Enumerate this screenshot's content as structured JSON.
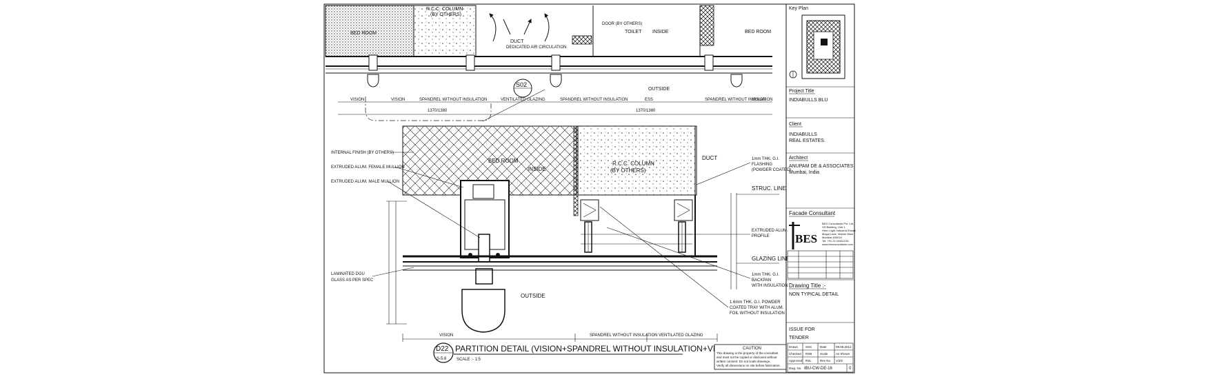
{
  "plan_labels": {
    "bed_room_left": "BED ROOM",
    "rcc_column": "R.C.C. COLUMN",
    "by_others": "(BY OTHERS)",
    "duct": "DUCT",
    "duct_note": "DEDICATED AIR CIRCULATION",
    "door_by_others": "DOOR (BY OTHERS)",
    "toilet": "TOILET",
    "inside": "INSIDE",
    "bed_room_right": "BED ROOM",
    "outside": "OUTSIDE",
    "callout": "S02"
  },
  "plan_zones": [
    "VISION",
    "VISION",
    "SPANDREL WITHOUT INSULATION",
    "VENTILATED GLAZING",
    "SPANDREL WITHOUT INSULATION",
    "ESS",
    "SPANDREL WITHOUT INSULATION",
    "VISION"
  ],
  "plan_dims": [
    "1370/1380",
    "1370/1380"
  ],
  "detail_labels": {
    "bed_room": "BED ROOM",
    "inside": "INSIDE",
    "rcc_column": "R.C.C. COLUMN",
    "by_others": "(BY OTHERS)",
    "duct": "DUCT",
    "outside": "OUTSIDE"
  },
  "left_callouts": [
    "INTERNAL FINISH (BY OTHERS)",
    "EXTRUDED ALUM. FEMALE MULLION",
    "EXTRUDED ALUM. MALE MULLION",
    "LAMINATED DGU",
    "GLASS AS PER SPEC"
  ],
  "right_callouts": {
    "flashing_1": "1mm THK. G.I.",
    "flashing_2": "FLASHING",
    "flashing_3": "(POWDER COATED)",
    "struc_line": "STRUC. LINE",
    "profile_1": "EXTRUDED ALUM.",
    "profile_2": "PROFILE",
    "glazing_line": "GLAZING LINE",
    "backpan_1": "1mm THK. G.I.",
    "backpan_2": "BACKPAN",
    "backpan_3": "WITH INSULATION",
    "tray_1": "1.6mm THK. G.I. POWDER",
    "tray_2": "COATED TRAY WITH ALUM.",
    "tray_3": "FOIL WITHOUT INSULATION"
  },
  "detail_zones": [
    "VISION",
    "SPANDREL WITHOUT INSULATION",
    "VENTILATED GLAZING"
  ],
  "detail_title": {
    "number": "D22",
    "sheet_ref": "S-5.6",
    "title": "PARTITION DETAIL (VISION+SPANDREL WITHOUT INSULATION+VENT. CW)",
    "scale": "SCALE :- 1:5"
  },
  "caution": {
    "heading": "CAUTION",
    "lines": [
      "This drawing is the property of the consultant",
      "and must not be copied or disclosed without",
      "written consent. Do not scale drawings.",
      "Verify all dimensions on site before fabrication."
    ]
  },
  "title_block": {
    "key_plan": "Key Plan",
    "project_title_label": "Project Title",
    "project_title": "INDIABULLS BLU",
    "client_label": "Client",
    "client_1": "INDIABULLS",
    "client_2": "REAL ESTATES.",
    "architect_label": "Architect",
    "architect_1": "ANUPAM DE & ASSOCIATES",
    "architect_2": "Mumbai, India",
    "facade_label": "Facade Consultant",
    "logo_text": "BES",
    "firm_lines": [
      "BES Consultants Pvt. Ltd.",
      "G5 Building, Unit 1,",
      "Hiren Light Industrial Estate",
      "Mogul Lane, Mahim West",
      "Mumbai 400016",
      "Tel: +91 22 24461234",
      "www.besconsultants.com"
    ],
    "drawing_title_label": "Drawing Title :-",
    "drawing_title": "NON TYPICAL DETAIL",
    "issue_label": "ISSUE FOR",
    "issue": "TENDER",
    "drawn_label": "Drawn",
    "drawn_by": "SSS",
    "date_label": "Date",
    "date": "09.06.2012",
    "checked_label": "Checked",
    "checked_by": "RSB",
    "scale_label": "Scale",
    "scale": "As Shown",
    "approved_label": "Approved",
    "approved_by": "RSL",
    "rev_label": "Rev No",
    "rev": "1/2/0",
    "drawing_no_label": "Dwg. No.",
    "drawing_no": "IBU-CW-DE-16",
    "sheet": "0"
  }
}
